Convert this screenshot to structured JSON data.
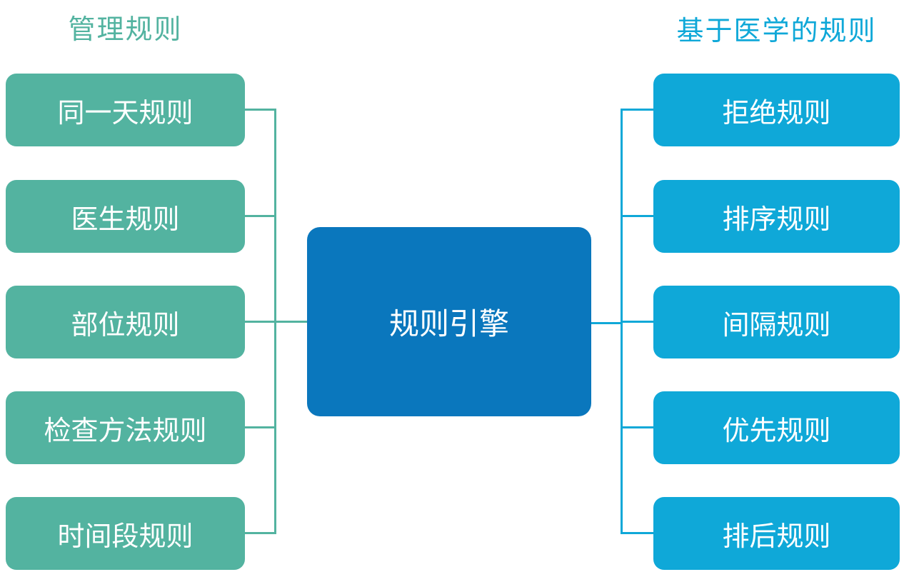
{
  "diagram": {
    "left_group": {
      "title": "管理规则",
      "items": [
        {
          "label": "同一天规则"
        },
        {
          "label": "医生规则"
        },
        {
          "label": "部位规则"
        },
        {
          "label": "检查方法规则"
        },
        {
          "label": "时间段规则"
        }
      ]
    },
    "center": {
      "label": "规则引擎"
    },
    "right_group": {
      "title": "基于医学的规则",
      "items": [
        {
          "label": "拒绝规则"
        },
        {
          "label": "排序规则"
        },
        {
          "label": "间隔规则"
        },
        {
          "label": "优先规则"
        },
        {
          "label": "排后规则"
        }
      ]
    }
  },
  "colors": {
    "teal": "#53b3a0",
    "cyan": "#0fa8d8",
    "blue": "#0a77bd",
    "text_on_box": "#ffffff",
    "background": "#ffffff"
  }
}
